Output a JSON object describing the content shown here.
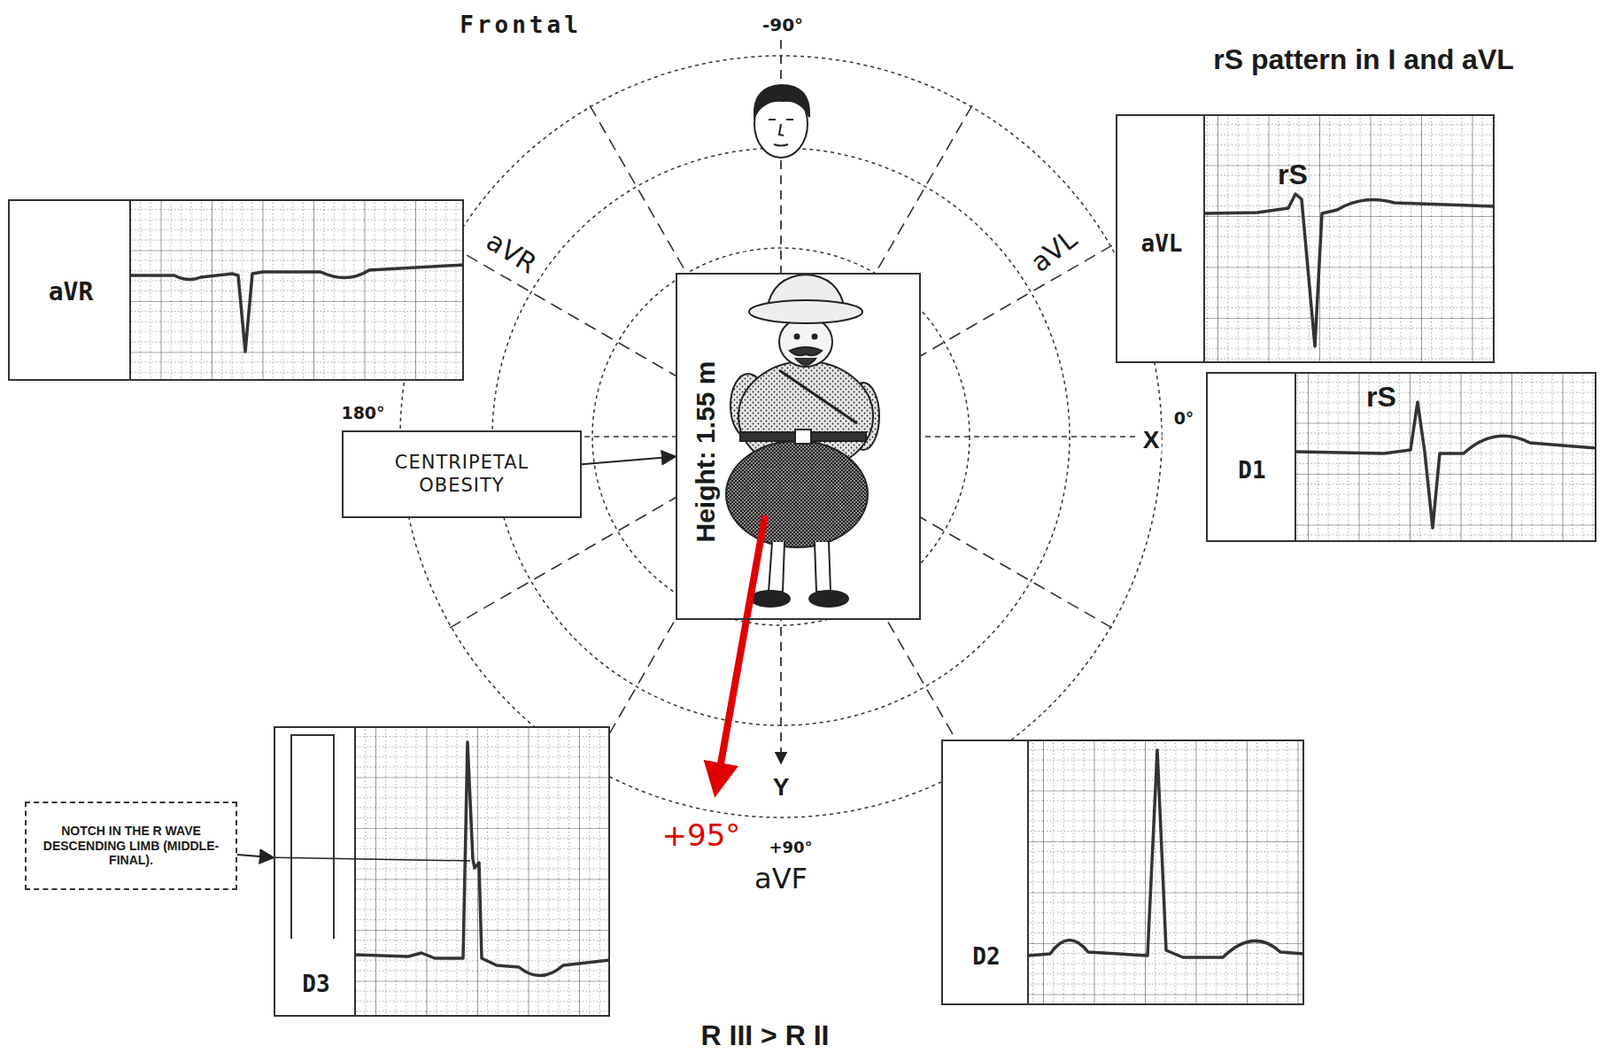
{
  "diagram": {
    "nodes": [
      {
        "text": [
          "aVR"
        ]
      },
      {
        "text": [
          "aVL",
          "rS"
        ]
      },
      {
        "text": [
          "D1",
          "rS"
        ]
      },
      {
        "text": [
          "Height: 1.55 m"
        ]
      },
      {
        "text": [
          "CENTRIPETAL OBESITY"
        ]
      },
      {
        "text": [
          "NOTCH IN THE R WAVE DESCENDING LIMB (MIDDLE-FINAL)."
        ]
      },
      {
        "text": [
          "D3"
        ]
      },
      {
        "text": [
          "D2"
        ]
      }
    ],
    "edges": [
      {
        "from": 4,
        "to": 3,
        "arrow": "to"
      },
      {
        "from": 5,
        "to": 6,
        "arrow": "to"
      }
    ],
    "labels": [
      "Frontal",
      "-90°",
      "rS pattern in I and aVL",
      "aVR",
      "aVL",
      "180°",
      "0°",
      "X",
      "Y",
      "+95°",
      "+90°",
      "aVF",
      "R III > R II"
    ]
  }
}
